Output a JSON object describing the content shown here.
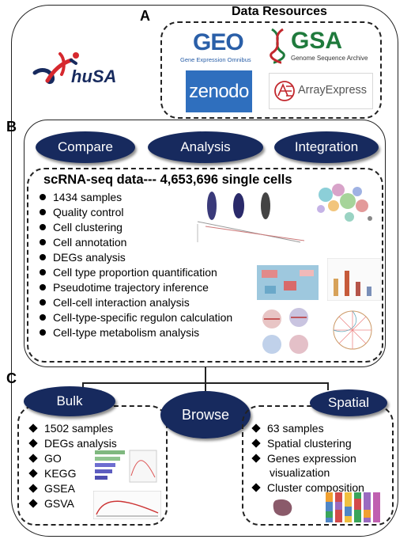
{
  "panels": {
    "a": "A",
    "b": "B",
    "c": "C"
  },
  "data_resources": {
    "title": "Data Resources",
    "geo": {
      "name": "GEO",
      "subtitle": "Gene Expression Omnibus"
    },
    "gsa": {
      "name": "GSA",
      "subtitle": "Genome Sequence Archive"
    },
    "zenodo": {
      "name": "zenodo"
    },
    "arrayexpress": {
      "name": "ArrayExpress"
    }
  },
  "logo": {
    "text": "huSA"
  },
  "actions": {
    "compare": "Compare",
    "analysis": "Analysis",
    "integration": "Integration"
  },
  "scrna": {
    "title": "scRNA-seq data--- 4,653,696 single cells",
    "items": [
      "1434 samples",
      "Quality control",
      "Cell clustering",
      "Cell annotation",
      "DEGs analysis",
      "Cell type proportion quantification",
      "Pseudotime trajectory inference",
      "Cell-cell interaction analysis",
      "Cell-type-specific regulon calculation",
      "Cell-type metabolism analysis"
    ]
  },
  "browse": {
    "label": "Browse"
  },
  "bulk": {
    "label": "Bulk",
    "items": [
      "1502 samples",
      "DEGs analysis",
      "GO",
      "KEGG",
      "GSEA",
      "GSVA"
    ]
  },
  "spatial": {
    "label": "Spatial",
    "items": [
      "63 samples",
      "Spatial clustering",
      "Genes expression",
      "visualization",
      "Cluster composition"
    ]
  },
  "colors": {
    "navy": "#172a5e",
    "geo_blue": "#2a5fa8",
    "gsa_green": "#1f7a3c",
    "zenodo_blue": "#2f6fbe",
    "ae_red": "#c2272d",
    "logo_red": "#d6282e"
  }
}
